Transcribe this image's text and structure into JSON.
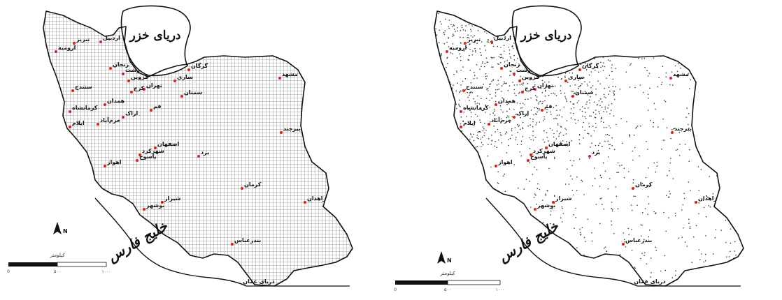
{
  "maps": [
    {
      "id": "left",
      "pattern": "grid",
      "sea_label": "دریای خزر",
      "gulf_label": "خلیج فارس",
      "oman_label": "دریای عمان",
      "north_label": "N",
      "scale_unit": "کیلومتر",
      "scale_ticks": [
        "0",
        "۵۰۰",
        "۱۰۰۰"
      ],
      "cities": [
        "تبریز",
        "ارومیه",
        "زنجان",
        "اردبیل",
        "رشت",
        "گرگان",
        "ساری",
        "مشهد",
        "سمنان",
        "تهران",
        "کرج",
        "قزوین",
        "سنندج",
        "کرمانشاه",
        "همدان",
        "قم",
        "اراک",
        "ایلام",
        "خرم‌آباد",
        "اصفهان",
        "اهواز",
        "یاسوج",
        "شهرکرد",
        "یزد",
        "بیرجند",
        "کرمان",
        "زاهدان",
        "شیراز",
        "بوشهر",
        "بندرعباس"
      ]
    },
    {
      "id": "right",
      "pattern": "dots",
      "sea_label": "دریای خزر",
      "gulf_label": "خلیج فارس",
      "oman_label": "دریای عمان",
      "north_label": "N",
      "scale_unit": "کیلومتر",
      "scale_ticks": [
        "0",
        "۵۰۰",
        "۱۰۰۰"
      ],
      "cities": [
        "تبریز",
        "ارومیه",
        "زنجان",
        "اردبیل",
        "رشت",
        "گرگان",
        "ساری",
        "مشهد",
        "سمنان",
        "تهران",
        "کرج",
        "قزوین",
        "سنندج",
        "کرمانشاه",
        "همدان",
        "قم",
        "اراک",
        "ایلام",
        "خرم‌آباد",
        "اصفهان",
        "اهواز",
        "یاسوج",
        "شهرکرد",
        "یزد",
        "بیرجند",
        "کرمان",
        "زاهدان",
        "شیراز",
        "بوشهر",
        "بندرعباس"
      ]
    }
  ],
  "colors": {
    "border": "#111111",
    "grid": "#8a8a8a",
    "dots": "#333333",
    "city_marker": "#e0201a",
    "background": "#ffffff"
  }
}
